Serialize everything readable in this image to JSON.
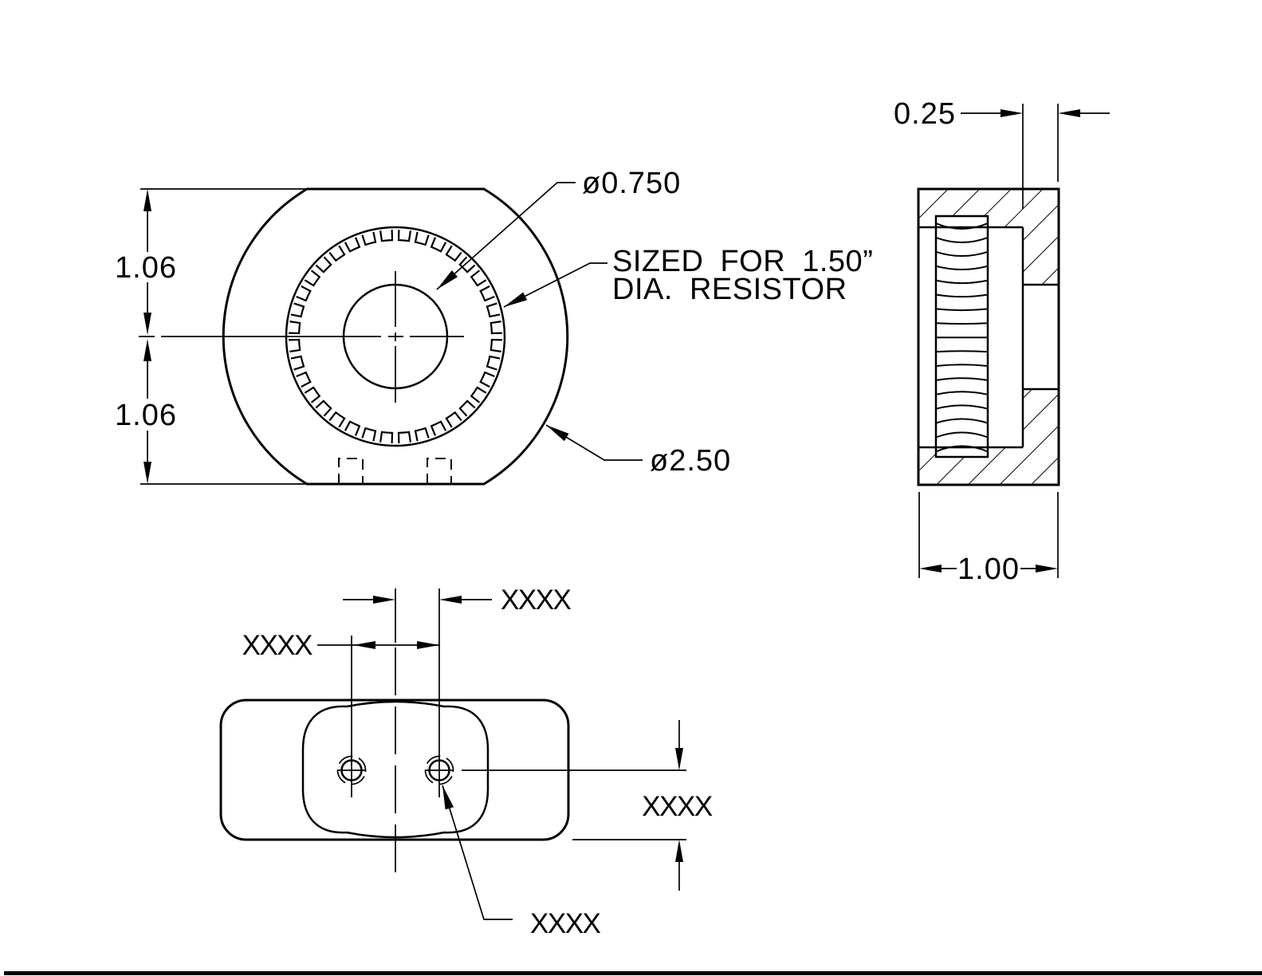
{
  "front_view": {
    "dim_upper": "1.06",
    "dim_lower": "1.06",
    "bore_label": "ø0.750",
    "serration_note_line1": "SIZED FOR 1.50”",
    "serration_note_line2": "DIA. RESISTOR",
    "od_label": "ø2.50"
  },
  "side_view": {
    "wall_dim": "0.25",
    "width_dim": "1.00"
  },
  "bottom_view": {
    "offset_dim": "XXXX",
    "spacing_dim": "XXXX",
    "edge_dim": "XXXX",
    "hole_label": "XXXX"
  },
  "colors": {
    "line": "#000000",
    "background": "#ffffff"
  }
}
